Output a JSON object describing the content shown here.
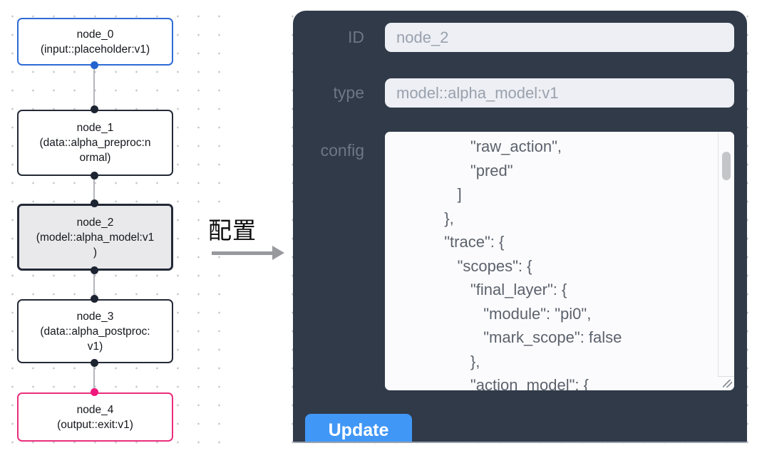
{
  "flow": {
    "nodes": [
      {
        "title": "node_0",
        "subtitle": "(input::placeholder:v1)",
        "kind": "input"
      },
      {
        "title": "node_1",
        "subtitle": "(data::alpha_preproc:n\normal)",
        "kind": "data"
      },
      {
        "title": "node_2",
        "subtitle": "(model::alpha_model:v1\n)",
        "kind": "model",
        "selected": true
      },
      {
        "title": "node_3",
        "subtitle": "(data::alpha_postproc:\nv1)",
        "kind": "data"
      },
      {
        "title": "node_4",
        "subtitle": "(output::exit:v1)",
        "kind": "output"
      }
    ]
  },
  "transition": {
    "label": "配置"
  },
  "panel": {
    "id_label": "ID",
    "id_value": "node_2",
    "type_label": "type",
    "type_value": "model::alpha_model:v1",
    "config_label": "config",
    "config_value": "                 \"raw_action\",\n                 \"pred\"\n              ]\n           },\n           \"trace\": {\n              \"scopes\": {\n                 \"final_layer\": {\n                    \"module\": \"pi0\",\n                    \"mark_scope\": false\n                 },\n                 \"action_model\": {",
    "update_label": "Update"
  },
  "colors": {
    "panel_bg": "#303a49",
    "accent_button": "#4197f6",
    "node_input_border": "#2e6bd5",
    "node_output_border": "#ea2e7d",
    "node_default_border": "#232936",
    "node_selected_bg": "#e9e9ec",
    "port_blue": "#2463cf",
    "port_dark": "#1c2331",
    "port_pink": "#f0187c",
    "field_bg": "#edeff4",
    "field_text": "#99a1ad",
    "label_text": "#6f7685"
  }
}
